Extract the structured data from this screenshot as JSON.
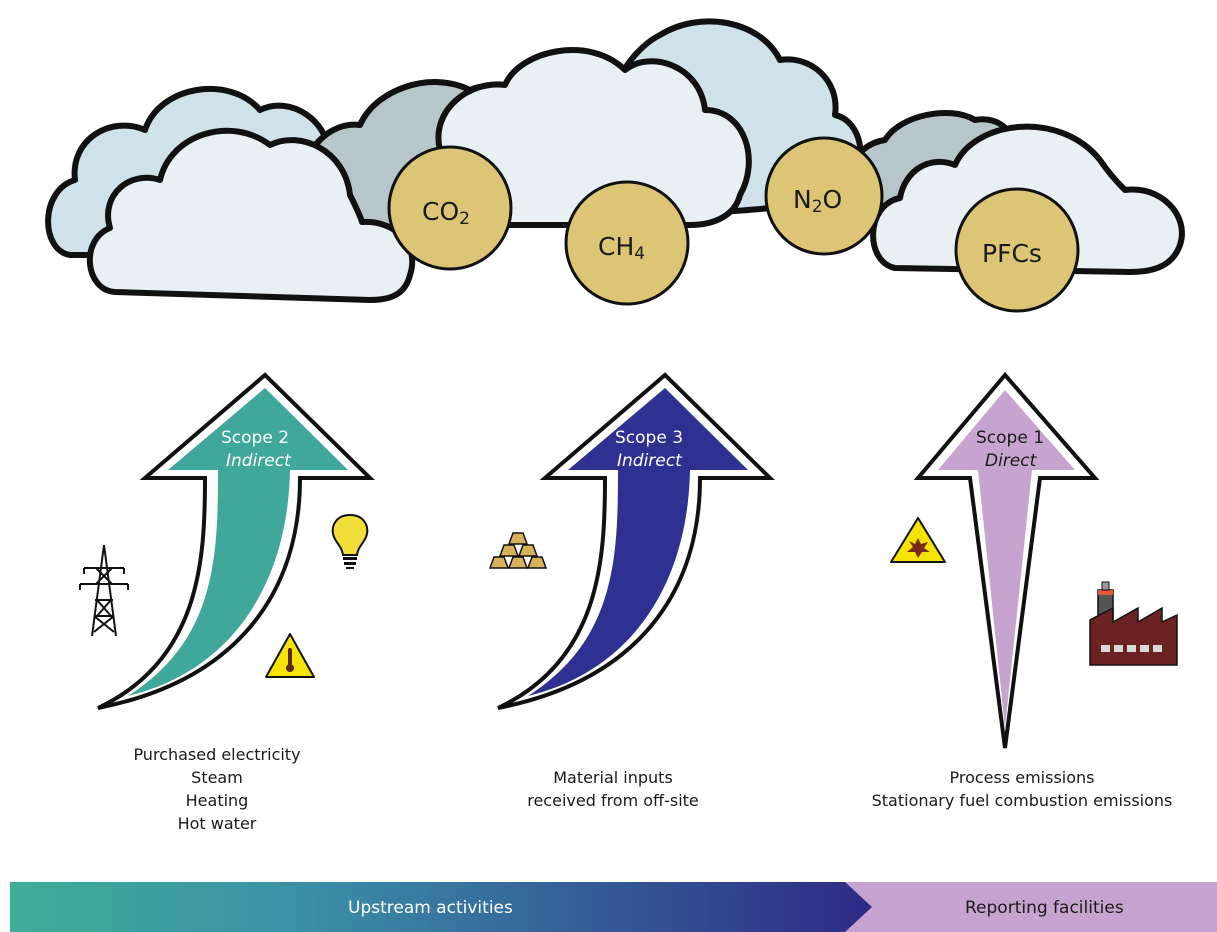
{
  "gases": [
    {
      "main": "CO",
      "sub": "2",
      "tail": ""
    },
    {
      "main": "CH",
      "sub": "4",
      "tail": ""
    },
    {
      "main": "N",
      "sub": "2",
      "tail": "O"
    },
    {
      "main": "PFCs",
      "sub": "",
      "tail": ""
    }
  ],
  "scopes": [
    {
      "title": "Scope 2",
      "subtitle": "Indirect",
      "color": "#3fa89a"
    },
    {
      "title": "Scope 3",
      "subtitle": "Indirect",
      "color": "#2e3192"
    },
    {
      "title": "Scope 1",
      "subtitle": "Direct",
      "color": "#c6a4cf"
    }
  ],
  "captions": {
    "scope2": [
      "Purchased electricity",
      "Steam",
      "Heating",
      "Hot water"
    ],
    "scope3": [
      "Material inputs",
      "received from off-site"
    ],
    "scope1": [
      "Process emissions",
      "Stationary fuel combustion emissions"
    ]
  },
  "bottom_bar": {
    "upstream": "Upstream activities",
    "reporting": "Reporting facilities"
  },
  "icons": [
    "power-pylon-icon",
    "light-bulb-icon",
    "heat-warning-icon",
    "gold-bars-icon",
    "explosive-warning-icon",
    "factory-icon"
  ],
  "colors": {
    "cloud_light": "#e8f0f4",
    "cloud_blue": "#cfe2e9",
    "cloud_gray": "#b7c6cb",
    "gas_circle": "#dcc676",
    "scope2": "#3fa89a",
    "scope3": "#2e3192",
    "scope1": "#c6a4cf"
  }
}
